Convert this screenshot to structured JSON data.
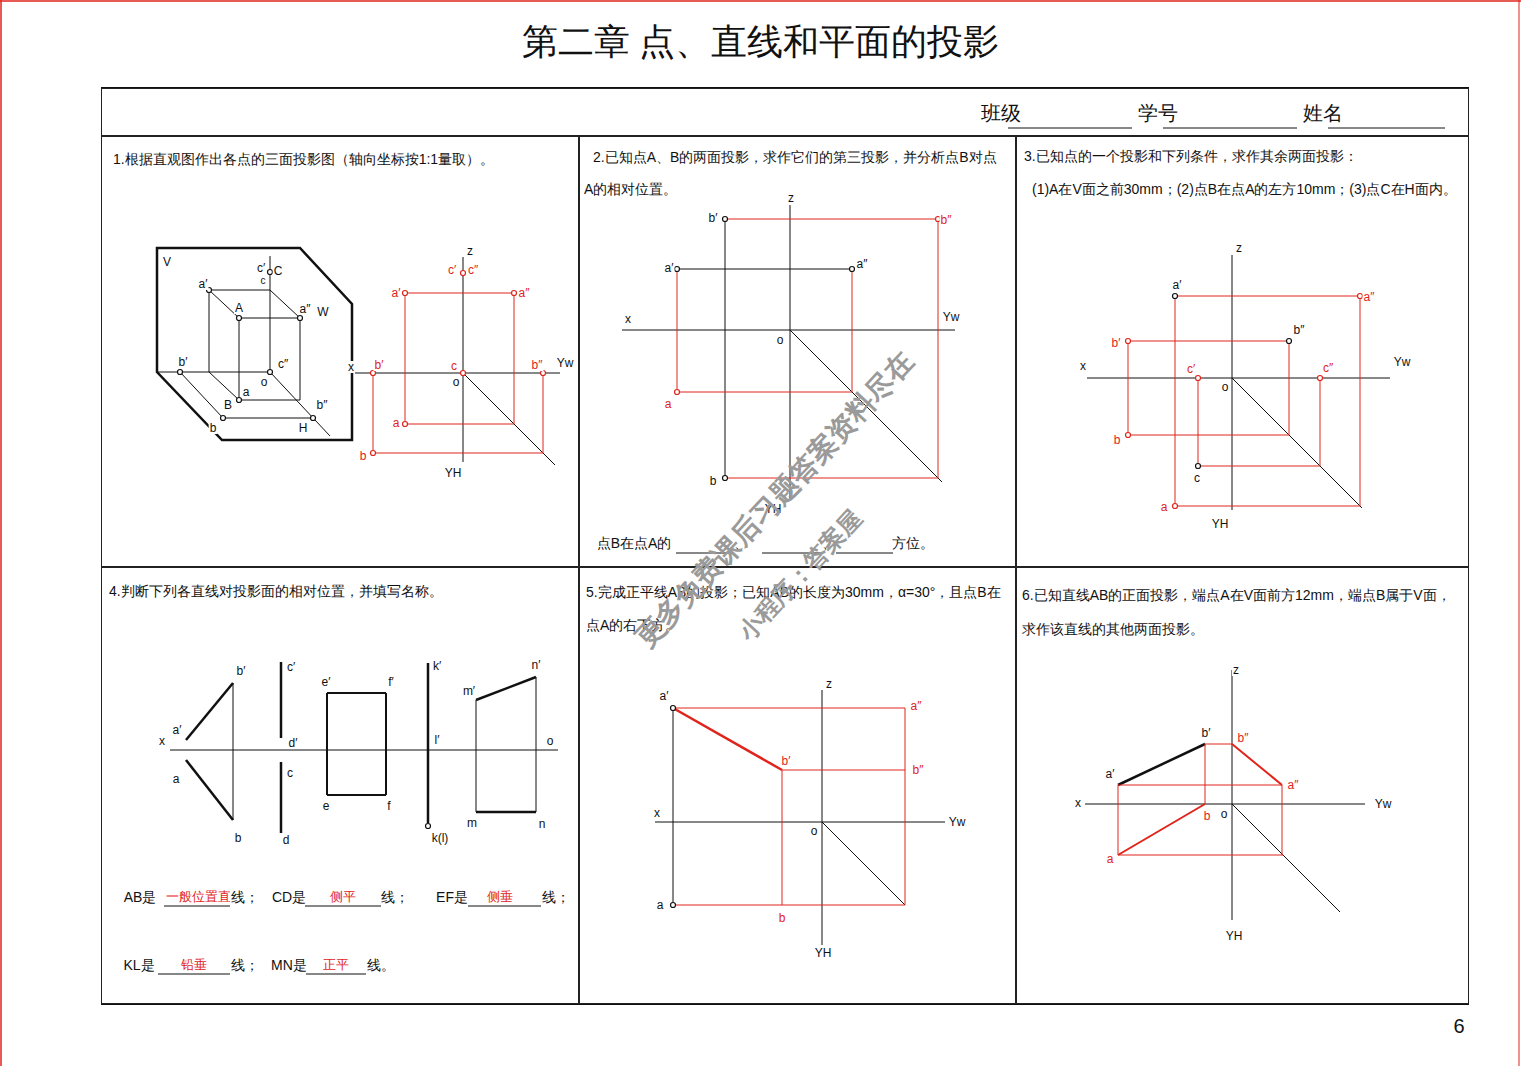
{
  "diagram": {
    "title": "第二章  点、直线和平面的投影",
    "nodes": [
      {
        "text": [
          "班级",
          "学号",
          "姓名"
        ]
      },
      {
        "text": [
          "1.根据直观图作出各点的三面投影图（轴向坐标按1:1量取）。"
        ]
      },
      {
        "text": [
          "2.已知点A、B的两面投影，求作它们的第三投影，并分析点B对点A的相对位置。"
        ]
      },
      {
        "text": [
          "3.已知点的一个投影和下列条件，求作其余两面投影：",
          "(1)A在V面之前30mm；(2)点B在点A的左方10mm；(3)点C在H面内。"
        ]
      },
      {
        "text": [
          "4.判断下列各直线对投影面的相对位置，并填写名称。"
        ]
      },
      {
        "text": [
          "5.完成正平线AB的投影；已知AB的长度为30mm，α=30°，且点B在点A的右下方。"
        ]
      },
      {
        "text": [
          "6.已知直线AB的正面投影，端点A在V面前方12mm，端点B属于V面，求作该直线的其他两面投影。"
        ]
      }
    ],
    "labels": [
      "V",
      "a′",
      "A",
      "c′",
      "C",
      "c",
      "a″",
      "W",
      "b′",
      "c″",
      "o",
      "a",
      "B",
      "b″",
      "b",
      "H",
      "z",
      "c′",
      "c″",
      "a′",
      "a″",
      "x",
      "b′",
      "c",
      "b″",
      "Yw",
      "o",
      "a",
      "b",
      "YH",
      "b′",
      "z",
      "b″",
      "a′",
      "a″",
      "x",
      "Yw",
      "o",
      "a",
      "b",
      "YH",
      "点B在点A的",
      "、",
      "、",
      "方位。",
      "z",
      "a′",
      "a″",
      "b″",
      "b′",
      "x",
      "c′",
      "c″",
      "Yw",
      "o",
      "b",
      "c",
      "a",
      "YH",
      "b′",
      "c′",
      "e′",
      "f′",
      "k′",
      "n′",
      "m′",
      "a′",
      "x",
      "d′",
      "l′",
      "o",
      "c",
      "a",
      "e",
      "f",
      "m",
      "n",
      "b",
      "d",
      "k(l)",
      "AB是",
      "一般位置直",
      "线；",
      "CD是",
      "侧平",
      "线；",
      "EF是",
      "侧垂",
      "线；",
      "KL是",
      "铅垂",
      "线；",
      "MN是",
      "正平",
      "线。",
      "a′",
      "z",
      "a″",
      "b′",
      "b″",
      "x",
      "o",
      "Yw",
      "a",
      "b",
      "YH",
      "z",
      "b′",
      "b″",
      "a′",
      "a″",
      "x",
      "Yw",
      "b",
      "o",
      "a",
      "YH",
      "6",
      "更多免费课后习题答案资料尽在",
      "小程序：答案屋"
    ]
  }
}
